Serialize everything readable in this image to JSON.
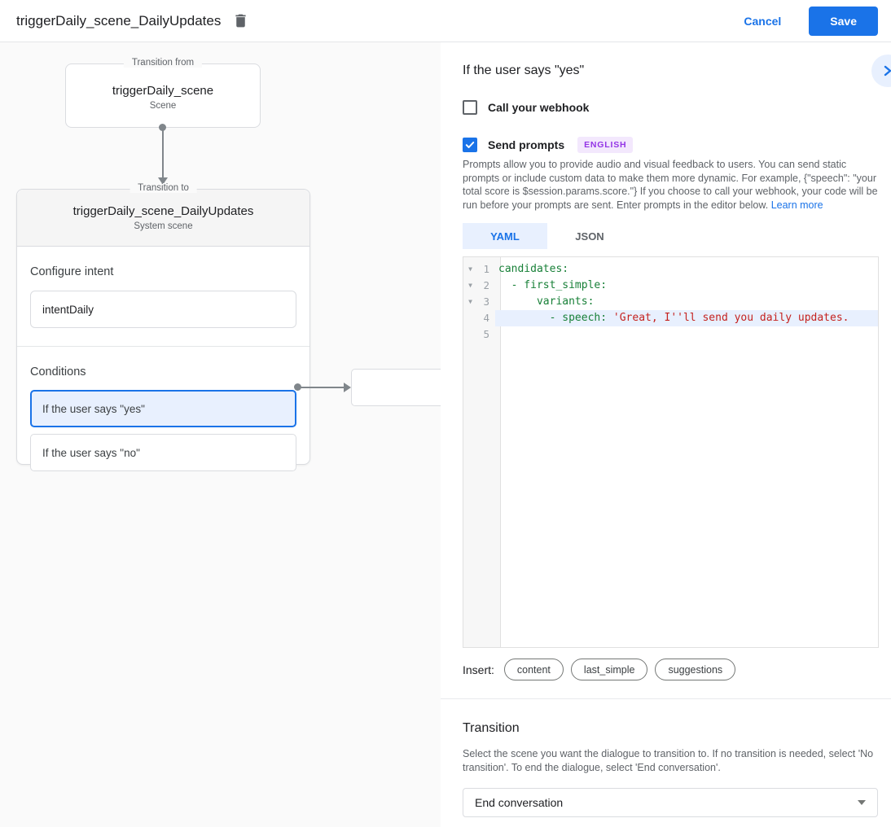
{
  "header": {
    "title": "triggerDaily_scene_DailyUpdates",
    "cancel_label": "Cancel",
    "save_label": "Save"
  },
  "colors": {
    "accent_blue": "#1a73e8",
    "selection_blue": "#e8f0fe",
    "badge_bg": "#f3e8fd",
    "badge_text": "#9334e6",
    "code_key_green": "#188038",
    "code_string_red": "#c5221f"
  },
  "canvas": {
    "from_box": {
      "legend": "Transition from",
      "title": "triggerDaily_scene",
      "subtitle": "Scene"
    },
    "to_box": {
      "legend": "Transition to",
      "title": "triggerDaily_scene_DailyUpdates",
      "subtitle": "System scene",
      "configure_intent_label": "Configure intent",
      "intent_value": "intentDaily",
      "conditions_label": "Conditions",
      "conditions": [
        {
          "label": "If the user says \"yes\"",
          "selected": true
        },
        {
          "label": "If the user says \"no\"",
          "selected": false
        }
      ]
    }
  },
  "panel": {
    "heading": "If the user says \"yes\"",
    "collapse_icon": "chevron-right",
    "webhook": {
      "label": "Call your webhook",
      "checked": false
    },
    "send_prompts": {
      "label": "Send prompts",
      "badge": "ENGLISH",
      "checked": true
    },
    "description": "Prompts allow you to provide audio and visual feedback to users. You can send static prompts or include custom data to make them more dynamic. For example, {\"speech\": \"your total score is $session.params.score.\"} If you choose to call your webhook, your code will be run before your prompts are sent. Enter prompts in the editor below.",
    "learn_more": "Learn more",
    "tabs": [
      {
        "label": "YAML",
        "active": true
      },
      {
        "label": "JSON",
        "active": false
      }
    ],
    "editor": {
      "highlighted_line": 4,
      "lines": [
        {
          "num": "1",
          "fold": "▼",
          "key": "candidates:",
          "str": ""
        },
        {
          "num": "2",
          "fold": "▼",
          "key": "  - first_simple:",
          "str": ""
        },
        {
          "num": "3",
          "fold": "▼",
          "key": "      variants:",
          "str": ""
        },
        {
          "num": "4",
          "fold": "",
          "key": "        - speech: ",
          "str": "'Great, I''ll send you daily updates."
        },
        {
          "num": "5",
          "fold": "",
          "key": "",
          "str": ""
        }
      ]
    },
    "insert": {
      "label": "Insert:",
      "pills": [
        "content",
        "last_simple",
        "suggestions"
      ]
    },
    "transition": {
      "heading": "Transition",
      "description": "Select the scene you want the dialogue to transition to. If no transition is needed, select 'No transition'. To end the dialogue, select 'End conversation'.",
      "dropdown_value": "End conversation"
    }
  }
}
